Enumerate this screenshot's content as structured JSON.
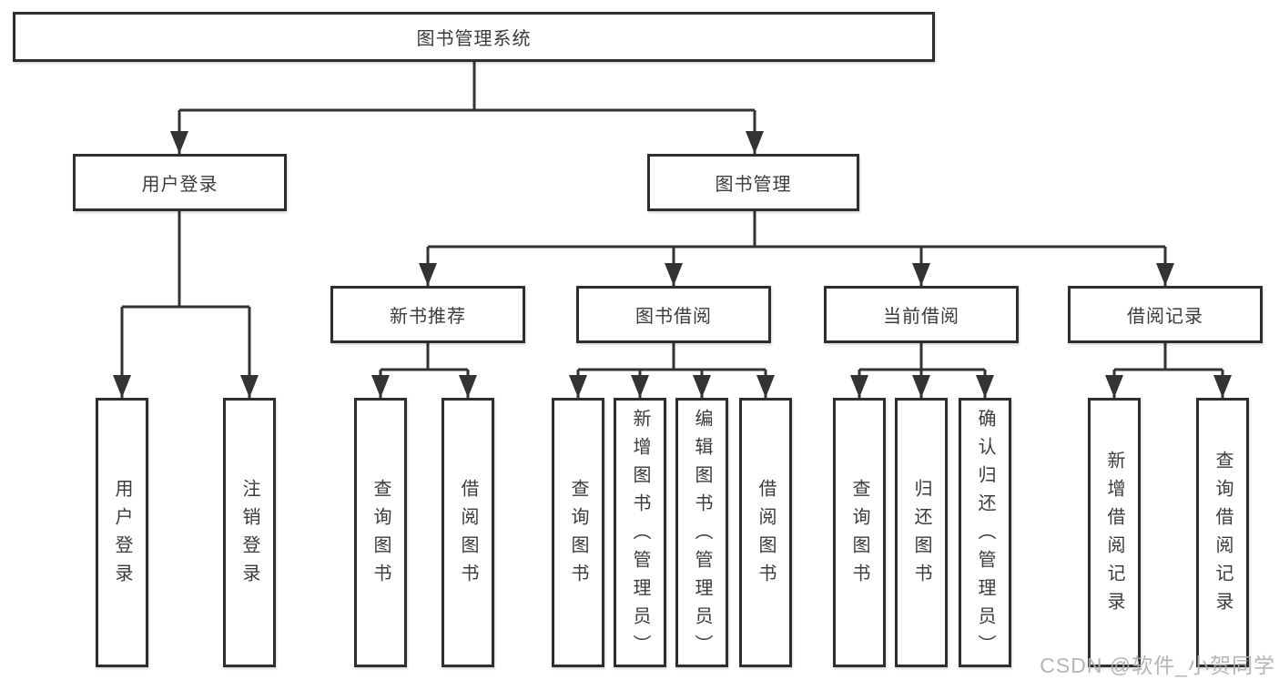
{
  "diagram_title": "图书管理系统",
  "watermark": {
    "text": "CSDN @软件_小贺同学"
  },
  "colors": {
    "line": "#333333",
    "box_border": "#2e2e2e",
    "text": "#3b3b3b",
    "watermark": "#afafaf",
    "background": "#ffffff"
  },
  "tree": {
    "label": "图书管理系统",
    "children": [
      {
        "label": "用户登录",
        "children": [
          {
            "label": "用户登录"
          },
          {
            "label": "注销登录"
          }
        ]
      },
      {
        "label": "图书管理",
        "children": [
          {
            "label": "新书推荐",
            "children": [
              {
                "label": "查询图书"
              },
              {
                "label": "借阅图书"
              }
            ]
          },
          {
            "label": "图书借阅",
            "children": [
              {
                "label": "查询图书"
              },
              {
                "label": "新增图书（管理员）"
              },
              {
                "label": "编辑图书（管理员）"
              },
              {
                "label": "借阅图书"
              }
            ]
          },
          {
            "label": "当前借阅",
            "children": [
              {
                "label": "查询图书"
              },
              {
                "label": "归还图书"
              },
              {
                "label": "确认归还（管理员）"
              }
            ]
          },
          {
            "label": "借阅记录",
            "children": [
              {
                "label": "新增借阅记录"
              },
              {
                "label": "查询借阅记录"
              }
            ]
          }
        ]
      }
    ]
  }
}
